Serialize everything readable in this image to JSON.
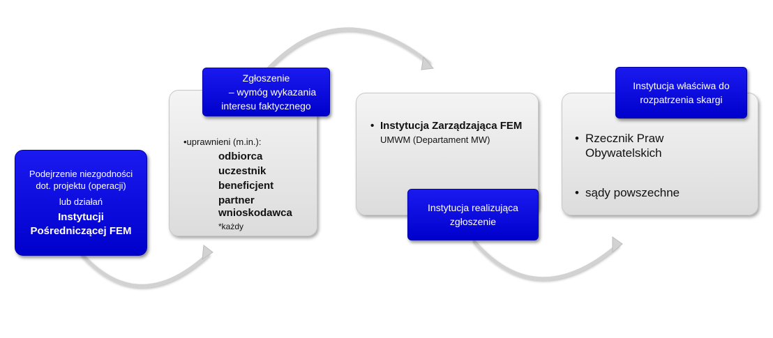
{
  "box1": {
    "line1": "Podejrzenie niezgodności",
    "line2": "dot. projektu (operacji)",
    "line3": "lub działań",
    "bold1": "Instytucji",
    "bold2": "Pośredniczącej FEM"
  },
  "step2": {
    "header_line1": "Zgłoszenie",
    "header_line2": "– wymóg wykazania",
    "header_line3": "interesu faktycznego",
    "lead": "•uprawnieni (m.in.):",
    "items": [
      "odbiorca",
      "uczestnik",
      "beneficjent",
      "partner",
      "wnioskodawca"
    ],
    "note": "*każdy"
  },
  "step3": {
    "bullet": "•",
    "main": "Instytucja Zarządzająca FEM",
    "sub": "UMWM (Departament MW)",
    "footer_line1": "Instytucja realizująca",
    "footer_line2": "zgłoszenie"
  },
  "step4": {
    "header_line1": "Instytucja właściwa do",
    "header_line2": "rozpatrzenia skargi",
    "bullet": "•",
    "b1_line1": "Rzecznik Praw",
    "b1_line2": "Obywatelskich",
    "b2": "sądy powszechne"
  },
  "colors": {
    "box_blue": "#0000cc",
    "card_gray": "#e6e6e6",
    "arrow_gray": "#cfcfcf"
  }
}
